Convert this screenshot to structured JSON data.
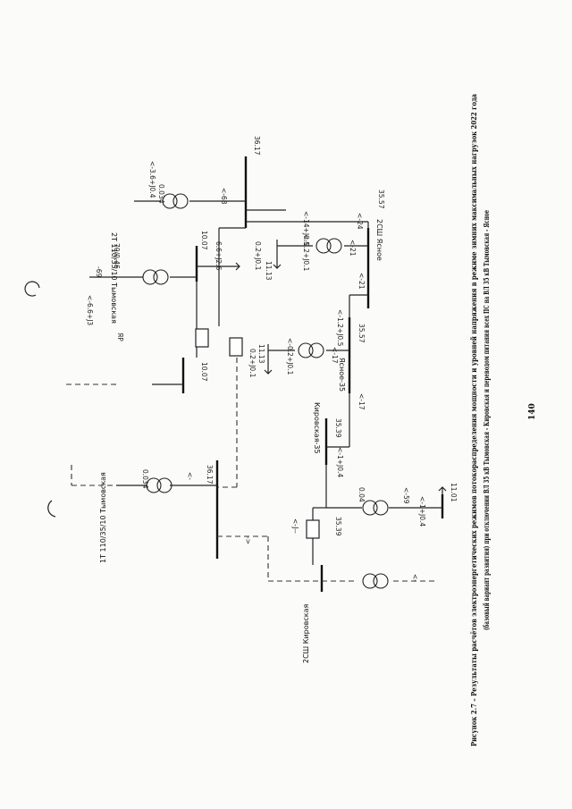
{
  "caption": {
    "line1": "Рисунок 2.7 – Результаты расчётов электроэнергетических режимов потокораспределения мощности и уровней напряжения в режиме зимних максимальных нагрузок 2022 года",
    "line2": "(базовый вариант развития) при отключении ВЛ 35 кВ Тымовская - Кировская и переводом питания всех ПС на ВЛ 35 кВ Тымовская - Ясное"
  },
  "page_number": "140",
  "labels": {
    "t1_name": "1Т 110/35/10 Тымовская",
    "t2_name": "2Т 110/35/10 Тымовская",
    "kir_2sh": "2СШ Кировская",
    "yas_2sh": "2СШ Ясное",
    "kir35": "Кировская-35",
    "yas35": "Ясное-35",
    "bus_36_17_top": "36.17",
    "bus_36_17_bot": "36.17",
    "bus_10_07_top": "10.07",
    "bus_10_07_bot": "10.07",
    "bus_11_13_a": "11.13",
    "bus_11_13_b": "11.13",
    "bus_11_01": "11.01",
    "bus_35_57_a": "35.57",
    "bus_35_57_b": "35.57",
    "bus_35_39_a": "35.39",
    "bus_35_39_b": "35.39",
    "flow_t2_hv": "<-3.6+J0.4",
    "flow_t2_hv_s": "0.034",
    "flow_t2_hv_r": "<-68",
    "flow_load_10": "<-6.6+J3",
    "flow_load_10_s": "-69",
    "tag_70": "70/0.46",
    "flow_66": "6.6+J2.6",
    "flow_line_top": "<-14+J0.5",
    "flow_line_top_r": "<-24",
    "flow_yas_t": "<-21",
    "flow_yas_t_lv": "<-0.2+J0.1",
    "flow_yas_load": "0.2+J0.1",
    "flow_yas_v": "11.13",
    "flow_yas_mid": "<-21",
    "flow_line_mid": "<-1.2+J0.5",
    "flow_yas35_t": "<-17",
    "flow_yas35_lv": "<-0.2+J0.1",
    "flow_yas35_load": "0.2+J0.1",
    "flow_yas35_in": "<-17",
    "flow_kir_line": "<-1+J0.4",
    "flow_kir_t": "<-59",
    "flow_kir_t_lv": "<-1+J0.4",
    "flow_kir_t_s": "0.04",
    "flow_t1_hv": "0.034",
    "flow_t1_v": "<-",
    "flow_sw_kir": "<-J--",
    "flow_arrow_a": "->",
    "flow_arrow_b": "<-",
    "letter_r": "ЯР"
  }
}
